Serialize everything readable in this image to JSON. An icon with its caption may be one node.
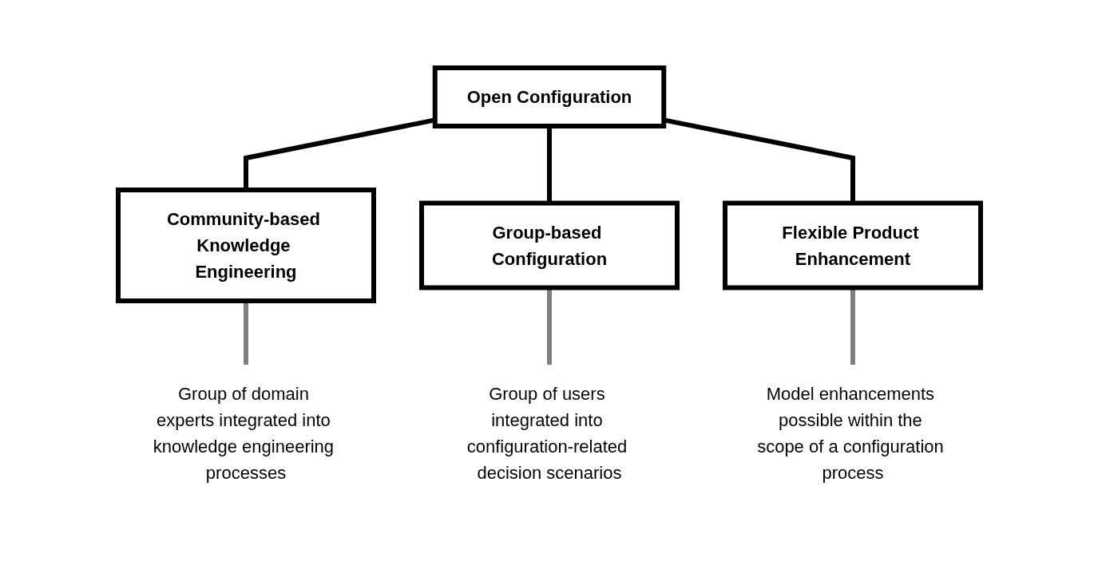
{
  "diagram": {
    "nodes": [
      {
        "text": [
          "Open Configuration"
        ]
      },
      {
        "text": [
          "Community-based Knowledge Engineering"
        ]
      },
      {
        "text": [
          "Group-based Configuration"
        ]
      },
      {
        "text": [
          "Flexible Product Enhancement"
        ]
      },
      {
        "text": [
          "Group of domain experts integrated into knowledge engineering processes"
        ]
      },
      {
        "text": [
          "Group of users integrated into configuration-related decision scenarios"
        ]
      },
      {
        "text": [
          "Model enhancements possible within the scope of a configuration process"
        ]
      }
    ],
    "edges": [
      {
        "from": 0,
        "to": 1,
        "arrow": "none"
      },
      {
        "from": 0,
        "to": 2,
        "arrow": "none"
      },
      {
        "from": 0,
        "to": 3,
        "arrow": "none"
      },
      {
        "from": 1,
        "to": 4,
        "arrow": "none",
        "color": "#808080"
      },
      {
        "from": 2,
        "to": 5,
        "arrow": "none",
        "color": "#808080"
      },
      {
        "from": 3,
        "to": 6,
        "arrow": "none",
        "color": "#808080"
      }
    ]
  }
}
